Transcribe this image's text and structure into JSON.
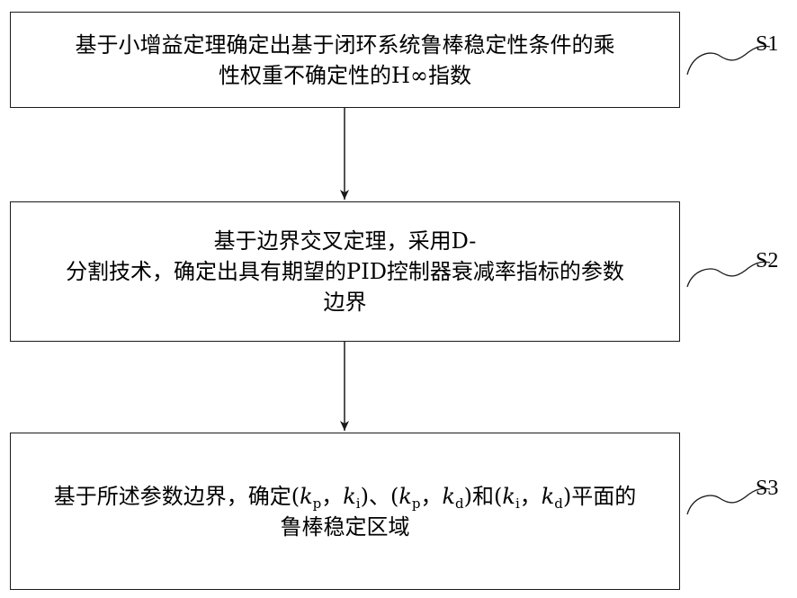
{
  "steps": [
    {
      "id": "S1",
      "label": "S1",
      "lines": [
        "基于小增益定理确定出基于闭环系统鲁棒稳定性条件的乘",
        "性权重不确定性的H∞指数"
      ]
    },
    {
      "id": "S2",
      "label": "S2",
      "lines": [
        "基于边界交叉定理，采用D-",
        "分割技术，确定出具有期望的PID控制器衰减率指标的参数",
        "边界"
      ]
    },
    {
      "id": "S3",
      "label": "S3",
      "line1_prefix": "基于所述参数边界，确定(",
      "line1_parts": [
        {
          "var": "k",
          "sub": "p"
        },
        {
          "sep": "，"
        },
        {
          "var": "k",
          "sub": "i"
        },
        {
          "sep": ")、("
        },
        {
          "var": "k",
          "sub": "p"
        },
        {
          "sep": "，"
        },
        {
          "var": "k",
          "sub": "d"
        },
        {
          "sep": ")和("
        },
        {
          "var": "k",
          "sub": "i"
        },
        {
          "sep": "，"
        },
        {
          "var": "k",
          "sub": "d"
        }
      ],
      "line1_suffix": ")平面的",
      "line2": "鲁棒稳定区域"
    }
  ]
}
